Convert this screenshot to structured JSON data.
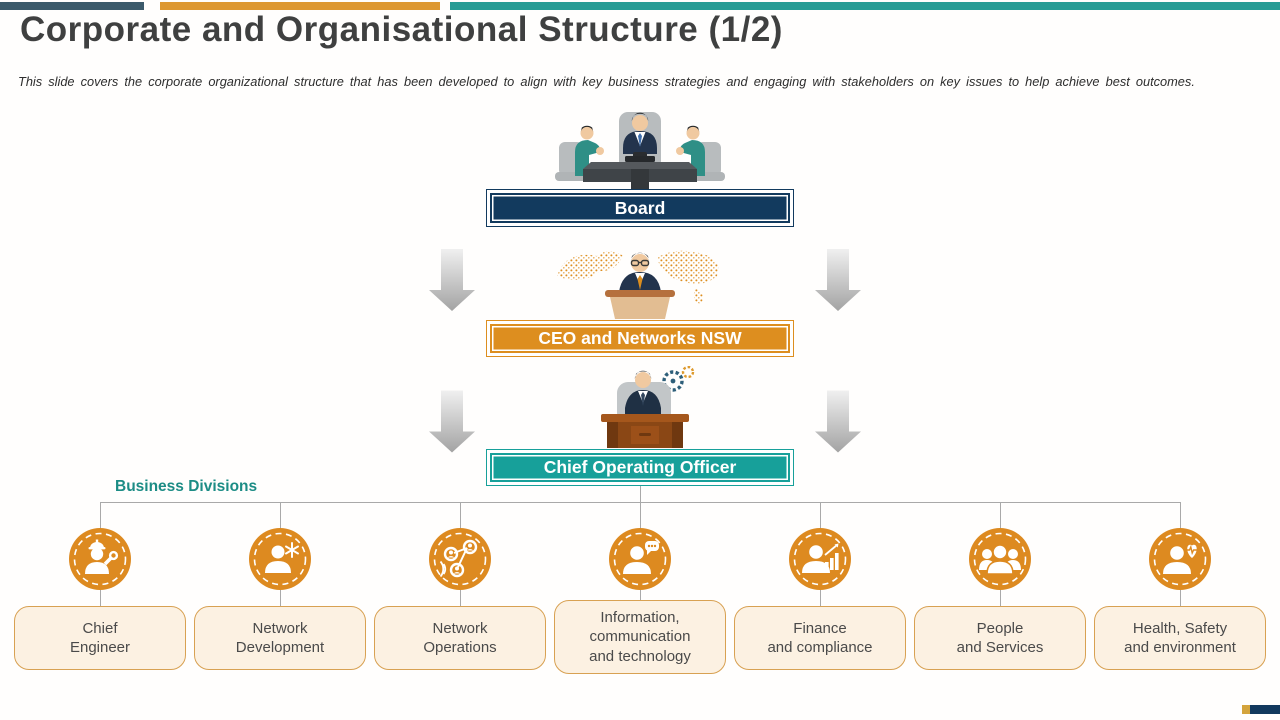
{
  "slide": {
    "title": "Corporate and Organisational Structure (1/2)",
    "subtitle": "This slide covers the corporate organizational  structure  that has been developed  to align with  key business strategies and engaging  with  stakeholders on key issues to help achieve  best outcomes."
  },
  "hierarchy": {
    "board": {
      "label": "Board",
      "color": "#123a5e"
    },
    "ceo": {
      "label": "CEO and Networks NSW",
      "color": "#dd8e1f"
    },
    "coo": {
      "label": "Chief Operating Officer",
      "color": "#17a09a"
    }
  },
  "business_divisions": {
    "heading": "Business Divisions",
    "items": [
      {
        "label": "Chief\nEngineer",
        "icon": "engineer-hardhat-wrench-icon"
      },
      {
        "label": "Network\nDevelopment",
        "icon": "person-snowflake-icon"
      },
      {
        "label": "Network\nOperations",
        "icon": "connected-people-network-icon"
      },
      {
        "label": "Information,\ncommunication\nand technology",
        "icon": "person-chat-bubble-icon"
      },
      {
        "label": "Finance\nand compliance",
        "icon": "person-bar-chart-icon"
      },
      {
        "label": "People\nand Services",
        "icon": "people-group-icon"
      },
      {
        "label": "Health,  Safety\nand environment",
        "icon": "person-heart-pulse-icon"
      }
    ]
  },
  "colors": {
    "topbar_dark": "#3c5a6b",
    "topbar_orange": "#dd9832",
    "topbar_teal": "#279c95",
    "board_navy": "#123a5e",
    "ceo_orange": "#dd8e1f",
    "coo_teal": "#17a09a",
    "division_icon_orange": "#dd8a20",
    "division_box_fill": "#fcf1e2",
    "division_box_border": "#d8a152",
    "heading_teal": "#1c8c85",
    "title_gray": "#3f4040",
    "connector_gray": "#a9a9a9"
  }
}
